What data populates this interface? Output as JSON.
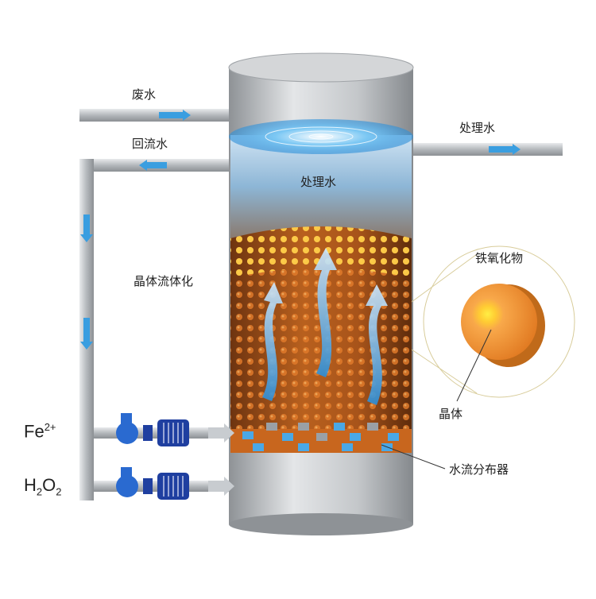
{
  "labels": {
    "waste_water": "废水",
    "reflux_water": "回流水",
    "treated_water_outlet": "处理水",
    "treated_water_inside": "处理水",
    "crystal_fluidization": "晶体流体化",
    "iron_oxide": "铁氧化物",
    "crystal": "晶体",
    "water_distributor": "水流分布器"
  },
  "chemicals": {
    "fe": {
      "base": "Fe",
      "sup": "2+"
    },
    "h2o2": {
      "h": "H",
      "sub1": "2",
      "o": "O",
      "sub2": "2"
    }
  },
  "colors": {
    "pipe": "#b8bcc0",
    "water_blue": "#3a9ee0",
    "media_orange": "#c8661e",
    "pump_blue": "#1f3fa0"
  }
}
